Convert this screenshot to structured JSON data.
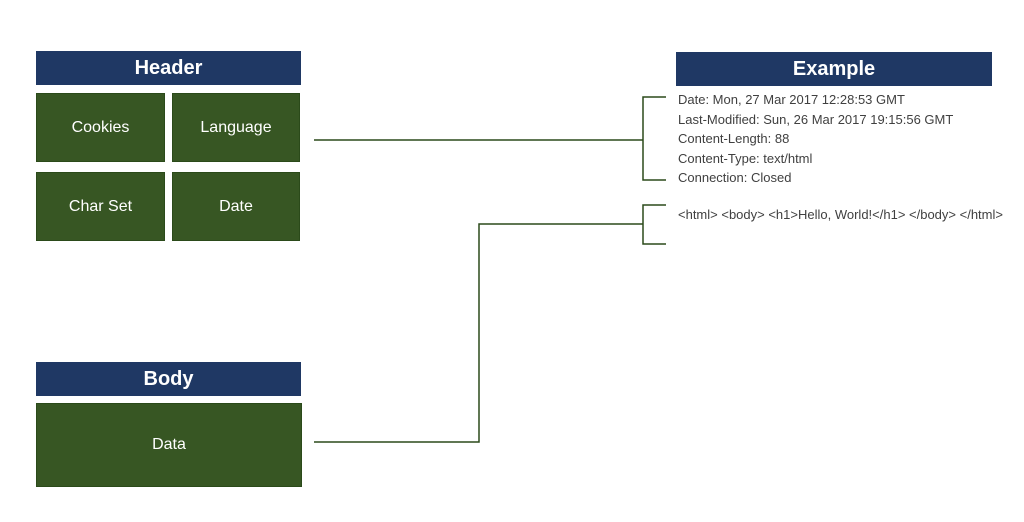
{
  "header": {
    "title": "Header",
    "fields": {
      "cookies": "Cookies",
      "language": "Language",
      "char_set": "Char Set",
      "date": "Date"
    }
  },
  "body": {
    "title": "Body",
    "data_label": "Data"
  },
  "example": {
    "title": "Example",
    "header_lines": [
      "Date: Mon, 27 Mar 2017 12:28:53 GMT",
      "Last-Modified: Sun, 26  Mar 2017 19:15:56 GMT",
      "Content-Length: 88",
      "Content-Type: text/html",
      "Connection: Closed"
    ],
    "body_text": "<html> <body> <h1>Hello, World!</h1> </body> </html>"
  },
  "colors": {
    "title_bar": "#1f3864",
    "field_box": "#375623",
    "connector": "#2b4a1a"
  }
}
